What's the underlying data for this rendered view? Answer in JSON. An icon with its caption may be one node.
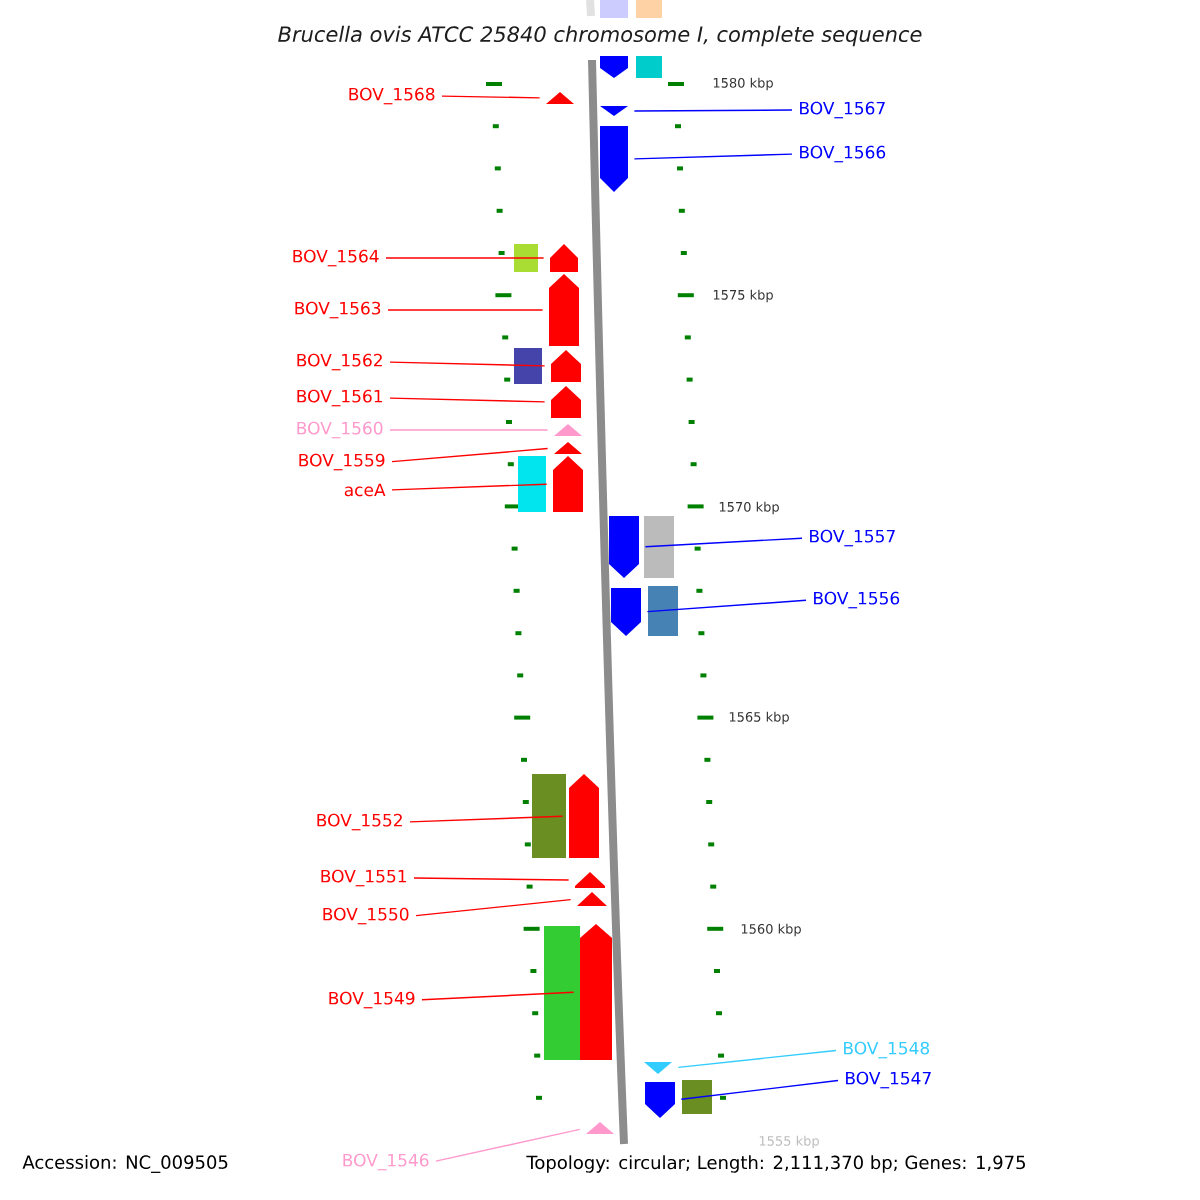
{
  "diagram": {
    "title": "Brucella ovis ATCC 25840 chromosome I, complete sequence",
    "nodes": [
      {
        "text": [
          "BOV_1568"
        ]
      },
      {
        "text": [],
        "shape": "pentagon"
      },
      {
        "text": [
          "BOV_1567"
        ]
      },
      {
        "text": [],
        "shape": "pentagon"
      },
      {
        "text": [
          "BOV_1566"
        ]
      },
      {
        "text": [],
        "shape": "pentagon"
      },
      {
        "text": [
          "BOV_1564"
        ]
      },
      {
        "text": [],
        "shape": "pentagon"
      },
      {
        "text": [
          "BOV_1563"
        ]
      },
      {
        "text": [],
        "shape": "pentagon"
      },
      {
        "text": [
          "BOV_1562"
        ]
      },
      {
        "text": [],
        "shape": "pentagon"
      },
      {
        "text": [
          "BOV_1561"
        ]
      },
      {
        "text": [],
        "shape": "pentagon"
      },
      {
        "text": [
          "BOV_1560"
        ]
      },
      {
        "text": [],
        "shape": "pentagon"
      },
      {
        "text": [
          "BOV_1559"
        ]
      },
      {
        "text": [],
        "shape": "pentagon"
      },
      {
        "text": [
          "aceA"
        ]
      },
      {
        "text": [],
        "shape": "pentagon"
      },
      {
        "text": [
          "BOV_1557"
        ]
      },
      {
        "text": [],
        "shape": "pentagon"
      },
      {
        "text": [
          "BOV_1556"
        ]
      },
      {
        "text": [],
        "shape": "pentagon"
      },
      {
        "text": [
          "BOV_1552"
        ]
      },
      {
        "text": [],
        "shape": "pentagon"
      },
      {
        "text": [
          "BOV_1551"
        ]
      },
      {
        "text": [],
        "shape": "pentagon"
      },
      {
        "text": [
          "BOV_1550"
        ]
      },
      {
        "text": [],
        "shape": "pentagon"
      },
      {
        "text": [
          "BOV_1549"
        ]
      },
      {
        "text": [],
        "shape": "pentagon"
      },
      {
        "text": [
          "BOV_1548"
        ]
      },
      {
        "text": [],
        "shape": "pentagon"
      },
      {
        "text": [
          "BOV_1547"
        ]
      },
      {
        "text": [],
        "shape": "pentagon"
      },
      {
        "text": [
          "BOV_1546"
        ]
      },
      {
        "text": [],
        "shape": "pentagon"
      }
    ],
    "edges": [
      {
        "from": 0,
        "to": 1,
        "arrow": "none"
      },
      {
        "from": 2,
        "to": 3,
        "arrow": "none",
        "color": "#0000ff"
      },
      {
        "from": 4,
        "to": 5,
        "arrow": "none",
        "color": "#0000ff"
      },
      {
        "from": 6,
        "to": 7,
        "arrow": "none"
      },
      {
        "from": 8,
        "to": 9,
        "arrow": "none"
      },
      {
        "from": 10,
        "to": 11,
        "arrow": "none"
      },
      {
        "from": 12,
        "to": 13,
        "arrow": "none"
      },
      {
        "from": 14,
        "to": 15,
        "arrow": "none",
        "color": "#ff99cc"
      },
      {
        "from": 16,
        "to": 17,
        "arrow": "none"
      },
      {
        "from": 18,
        "to": 19,
        "arrow": "none"
      },
      {
        "from": 20,
        "to": 21,
        "arrow": "none",
        "color": "#0000ff"
      },
      {
        "from": 22,
        "to": 23,
        "arrow": "none",
        "color": "#0000ff"
      },
      {
        "from": 24,
        "to": 25,
        "arrow": "none"
      },
      {
        "from": 26,
        "to": 27,
        "arrow": "none"
      },
      {
        "from": 28,
        "to": 29,
        "arrow": "none"
      },
      {
        "from": 30,
        "to": 31,
        "arrow": "none"
      },
      {
        "from": 32,
        "to": 33,
        "arrow": "none",
        "color": "#33ccff"
      },
      {
        "from": 34,
        "to": 35,
        "arrow": "none",
        "color": "#0000ff"
      },
      {
        "from": 36,
        "to": 37,
        "arrow": "none",
        "color": "#ff99cc"
      }
    ],
    "labels": [
      "1580 kbp",
      "1575 kbp",
      "1570 kbp",
      "1565 kbp",
      "1560 kbp",
      "1555 kbp",
      "Accession: NC_009505",
      "Topology: circular; Length: 2,111,370 bp; Genes: 1,975"
    ]
  }
}
